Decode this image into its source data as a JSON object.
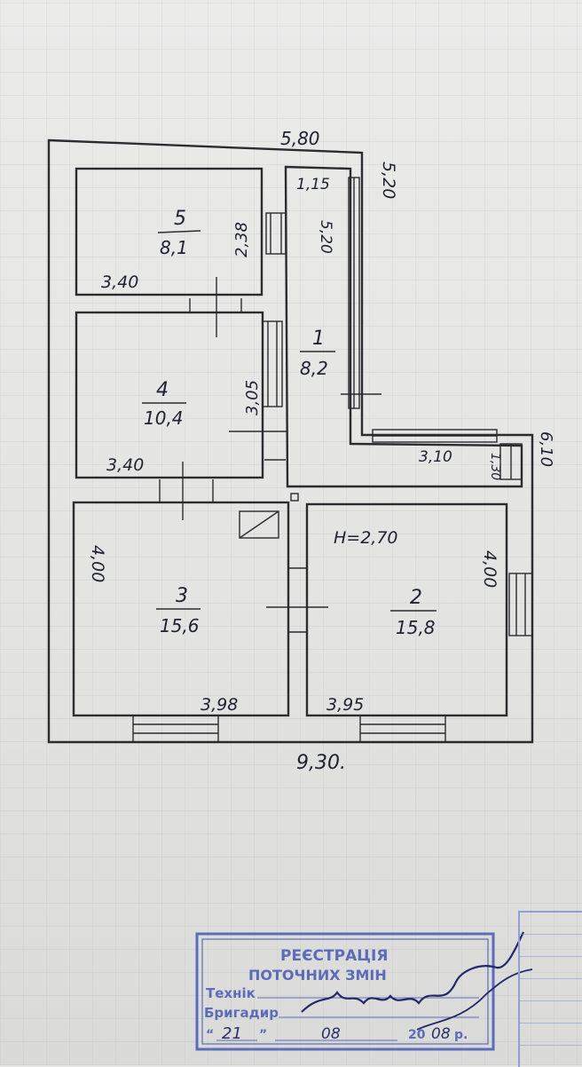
{
  "plan": {
    "overall_top": "5,80",
    "overall_bottom": "9,30.",
    "right_height": "6,10",
    "corridor_side": "5,20",
    "rooms": [
      {
        "number": "5",
        "area": "8,1",
        "width": "3,40",
        "depth": "2,38"
      },
      {
        "number": "4",
        "area": "10,4",
        "width": "3,40",
        "depth": "3,05"
      },
      {
        "number": "3",
        "area": "15,6",
        "width": "3,98",
        "depth": "4,00"
      },
      {
        "number": "2",
        "area": "15,8",
        "width": "3,95",
        "depth": "4,00",
        "height": "H=2,70"
      },
      {
        "number": "1",
        "area": "8,2",
        "width": "1,15",
        "length": "5,20",
        "extension": "3,10",
        "step": "1,30"
      }
    ]
  },
  "stamp": {
    "title_line1": "РЕЄСТРАЦІЯ",
    "title_line2": "ПОТОЧНИХ ЗМІН",
    "technician_label": "Технік",
    "foreman_label": "Бригадир",
    "day": "21",
    "month": "08",
    "year_prefix": "20",
    "year_suffix": "08",
    "year_mark": "р."
  },
  "colors": {
    "ink": "#2b2b30",
    "stamp": "#5b6cb8"
  }
}
